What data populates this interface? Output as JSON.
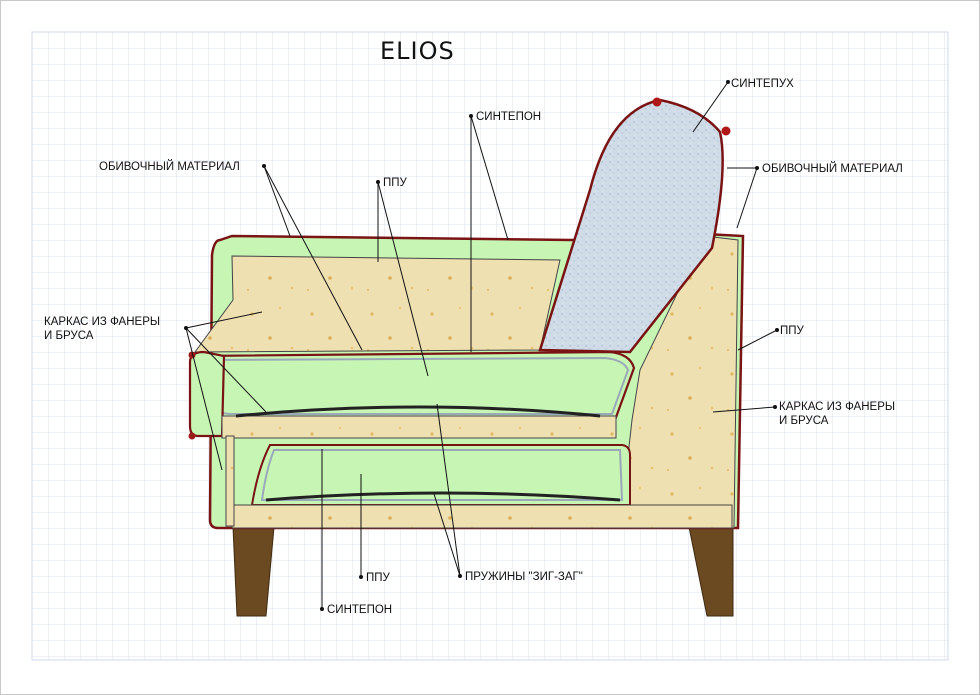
{
  "title": "ELIOS",
  "labels": {
    "sintepukh": "СИНТЕПУХ",
    "sintepon_top": "СИНТЕПОН",
    "obivochny_left": "ОБИВОЧНЫЙ МАТЕРИАЛ",
    "obivochny_right": "ОБИВОЧНЫЙ МАТЕРИАЛ",
    "ppu_top": "ППУ",
    "karkas_left_1": "КАРКАС ИЗ ФАНЕРЫ",
    "karkas_left_2": "И БРУСА",
    "ppu_right": "ППУ",
    "karkas_right_1": "КАРКАС ИЗ ФАНЕРЫ",
    "karkas_right_2": "И БРУСА",
    "ppu_bottom": "ППУ",
    "springs": "ПРУЖИНЫ \"ЗИГ-ЗАГ\"",
    "sintepon_bottom": "СИНТЕПОН"
  },
  "colors": {
    "grid": "#c9d6e6",
    "foam": "#c6f5b4",
    "wood": "#eedfb0",
    "fiber": "#c9d6e2",
    "upholstery": "#7a1414",
    "leg": "#6b4a22"
  }
}
